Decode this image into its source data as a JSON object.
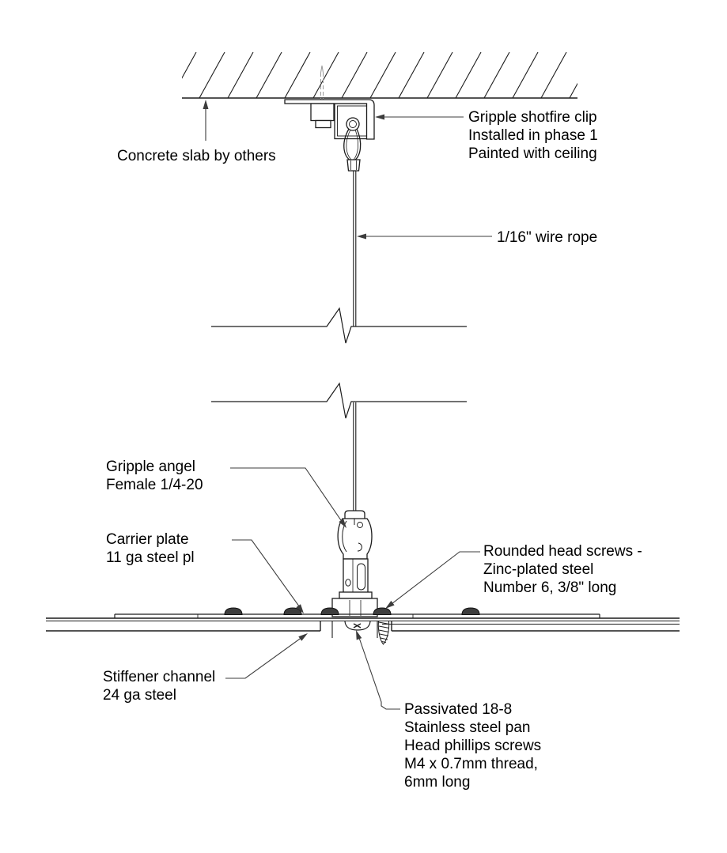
{
  "drawing": {
    "type": "construction-detail-section",
    "labels": {
      "concrete_slab": "Concrete slab by others",
      "shotfire_clip": "Gripple shotfire clip\nInstalled in phase 1\nPainted with ceiling",
      "wire_rope": "1/16\" wire rope",
      "gripple_angel": "Gripple angel\nFemale 1/4-20",
      "carrier_plate": "Carrier plate\n11 ga steel pl",
      "rounded_head_screws": "Rounded head screws -\nZinc-plated steel\nNumber 6, 3/8\" long",
      "stiffener_channel": "Stiffener channel\n24 ga steel",
      "pan_head_screws": "Passivated 18-8\nStainless steel pan\nHead phillips screws\nM4 x 0.7mm thread,\n6mm long"
    },
    "colors": {
      "line": "#1c1c1c",
      "leader": "#3c3c3c",
      "text": "#000000",
      "background": "#ffffff"
    }
  }
}
